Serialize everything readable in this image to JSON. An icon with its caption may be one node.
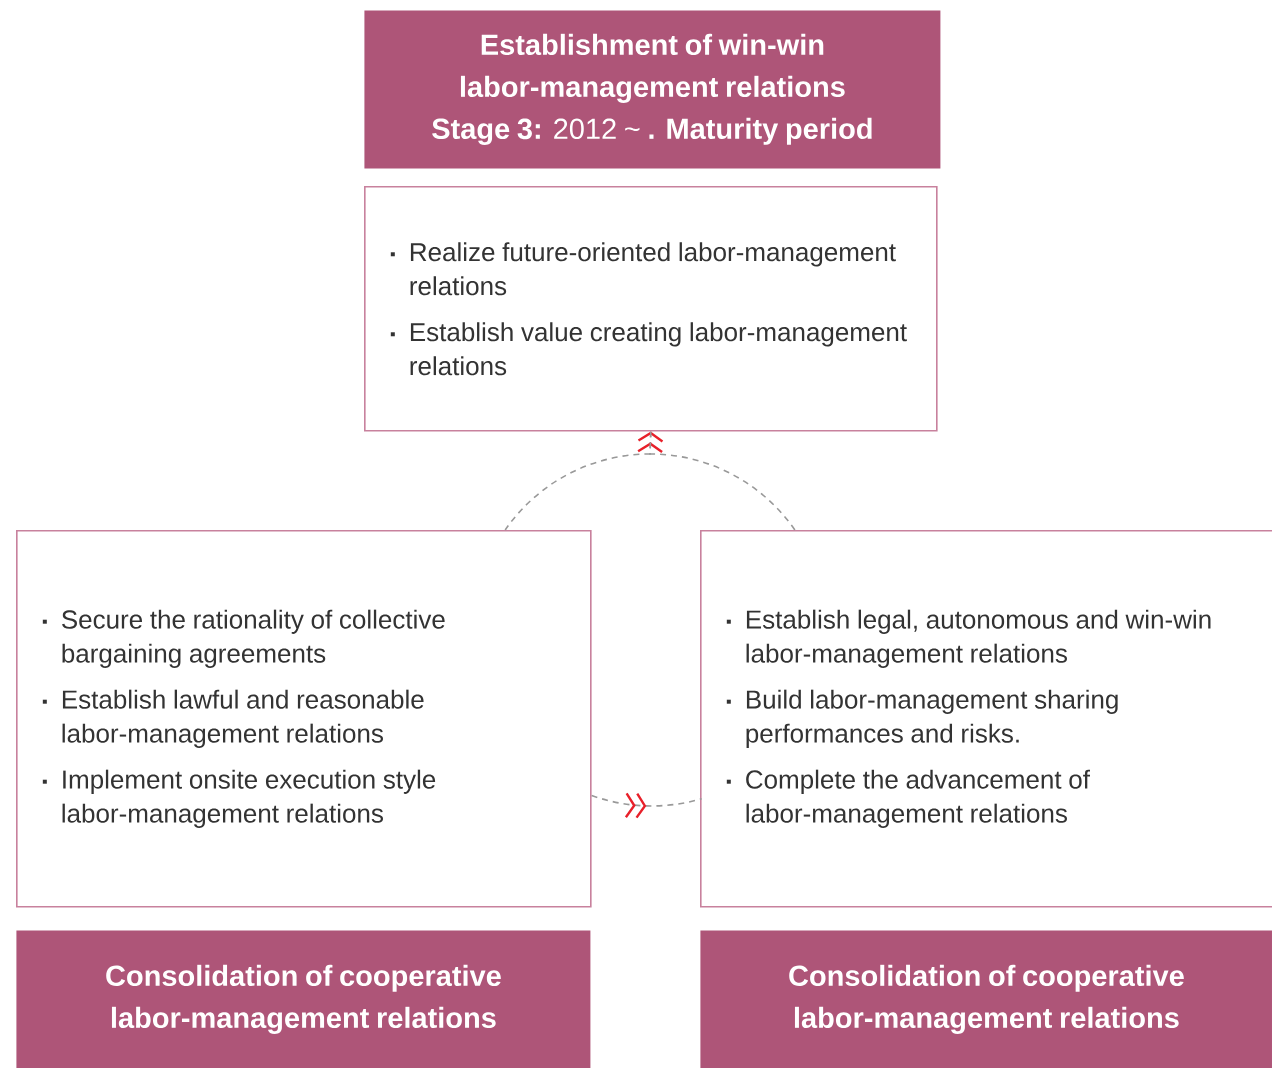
{
  "diagram": {
    "nodes": [
      {
        "text": [
          "Establishment of win-win labor-management relations",
          "**Stage 3:** 2012 ~ **. Maturity period**"
        ]
      },
      {
        "text": [
          "Realize future-oriented labor-management relations",
          "Establish value creating labor-management relations"
        ]
      },
      {
        "text": [
          "Secure the rationality of collective bargaining agreements",
          "Establish lawful and reasonable labor-management relations",
          "Implement onsite execution style labor-management relations"
        ]
      },
      {
        "text": [
          "Consolidation of cooperative labor-management relations"
        ]
      },
      {
        "text": [
          "Establish legal, autonomous and win-win labor-management relations",
          "Build labor-management sharing performances and risks.",
          "Complete the advancement of labor-management relations"
        ]
      },
      {
        "text": [
          "Consolidation of cooperative labor-management relations"
        ]
      }
    ],
    "edges": [
      {
        "from": 2,
        "to": 4,
        "arrow": "to",
        "style": "dashed"
      },
      {
        "from": 4,
        "to": 1,
        "arrow": "to",
        "style": "dashed"
      },
      {
        "from": 1,
        "to": 2,
        "arrow": "none",
        "style": "dashed"
      }
    ]
  }
}
